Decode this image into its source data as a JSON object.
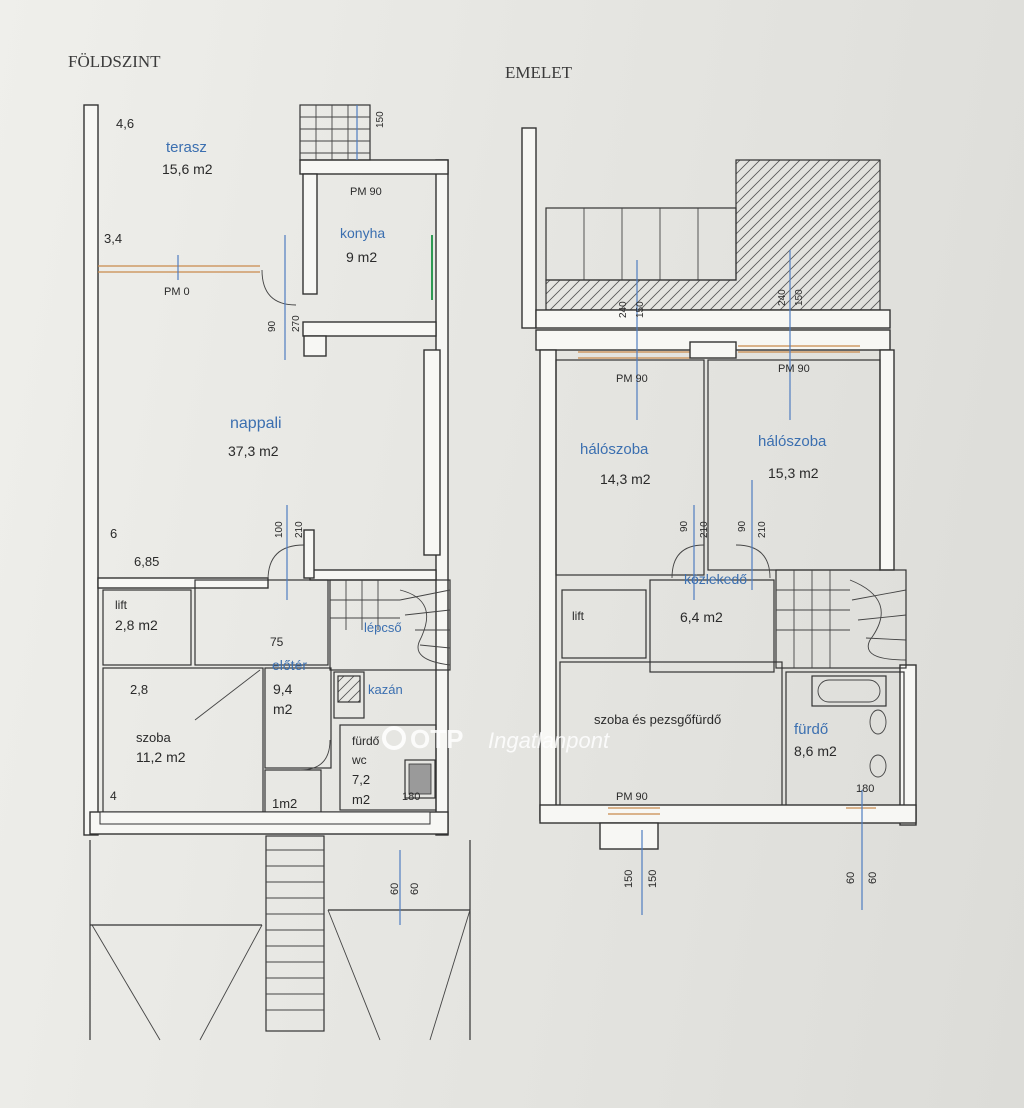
{
  "headings": {
    "ground": "FÖLDSZINT",
    "upper": "EMELET"
  },
  "ground": {
    "terrace": {
      "name": "terasz",
      "area": "15,6 m2"
    },
    "kitchen": {
      "name": "konyha",
      "area": "9 m2",
      "level": "PM 90"
    },
    "living": {
      "name": "nappali",
      "area": "37,3 m2",
      "level": "PM 0"
    },
    "lift": {
      "name": "lift",
      "area": "2,8 m2"
    },
    "stairs": {
      "name": "lépcső"
    },
    "hall": {
      "name": "előtér",
      "area_line1": "9,4",
      "area_line2": "m2"
    },
    "boiler": {
      "name": "kazán"
    },
    "room": {
      "name": "szoba",
      "area": "11,2 m2"
    },
    "bath": {
      "name": "fürdő",
      "name2": "wc",
      "area_line1": "7,2",
      "area_line2": "m2",
      "dim": "180"
    },
    "storage": {
      "area": "1m2"
    },
    "dims": {
      "d46": "4,6",
      "d34": "3,4",
      "d6": "6",
      "d685": "6,85",
      "d28": "2,8",
      "d4": "4",
      "d150": "150",
      "d90": "90",
      "d270": "270",
      "d100": "100",
      "d210": "210",
      "d75": "75",
      "d60a": "60",
      "d60b": "60"
    }
  },
  "upper": {
    "bed1": {
      "name": "hálószoba",
      "area": "14,3 m2",
      "level": "PM 90"
    },
    "bed2": {
      "name": "hálószoba",
      "area": "15,3 m2",
      "level": "PM 90"
    },
    "corridor": {
      "name": "közlekedő",
      "area": "6,4 m2"
    },
    "lift": {
      "name": "lift"
    },
    "suite": {
      "name": "szoba és pezsgőfürdő",
      "level": "PM 90"
    },
    "bath": {
      "name": "fürdő",
      "area": "8,6 m2",
      "dim": "180"
    },
    "dims": {
      "d240a": "240",
      "d150a": "150",
      "d240b": "240",
      "d150b": "150",
      "d90a": "90",
      "d210a": "210",
      "d90b": "90",
      "d210b": "210",
      "d150c": "150",
      "d150d": "150",
      "d60a": "60",
      "d60b": "60"
    }
  },
  "watermark": {
    "brand": "OTP",
    "text": "Ingatlanpont"
  }
}
